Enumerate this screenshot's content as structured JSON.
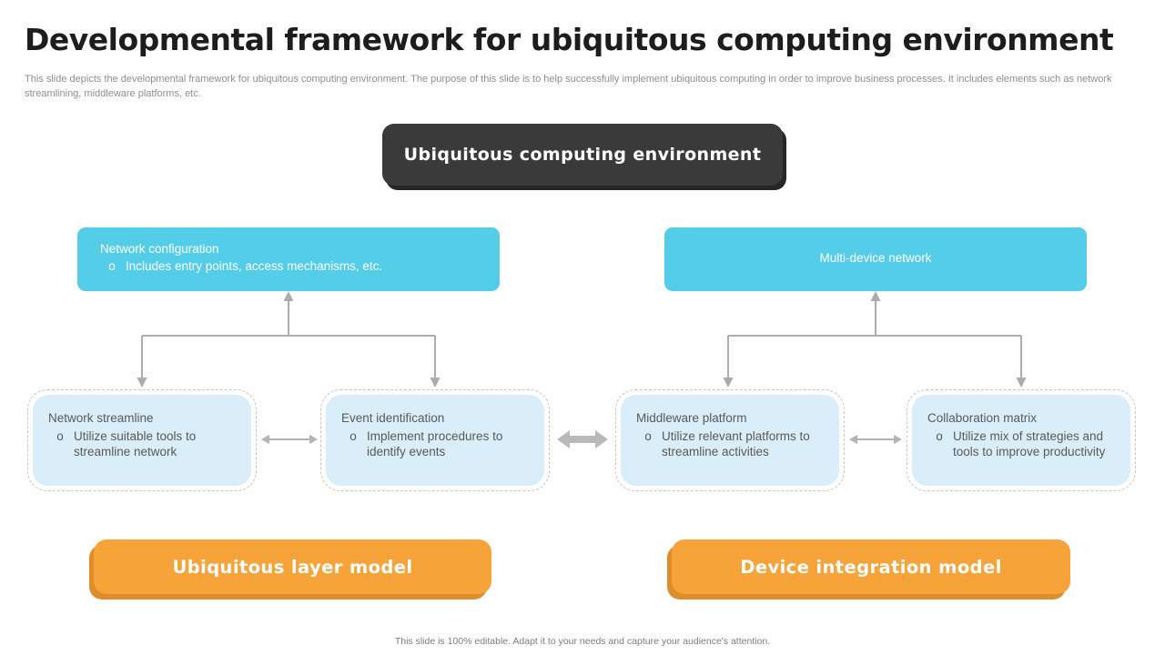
{
  "slide": {
    "title": "Developmental framework for ubiquitous computing environment",
    "description": "This slide depicts the developmental framework for ubiquitous computing environment. The purpose of this slide is to help successfully implement ubiquitous computing in order to improve business processes. It includes elements such as network streamlining, middleware platforms, etc.",
    "bullet_marker": "o",
    "footer": "This slide is 100% editable. Adapt it to your needs and capture your audience's attention."
  },
  "header_box": {
    "label": "Ubiquitous computing environment"
  },
  "groups": [
    {
      "parent": {
        "title": "Network configuration",
        "bullet": "Includes entry points, access mechanisms, etc."
      },
      "children": [
        {
          "title": "Network streamline",
          "bullet": "Utilize suitable tools to streamline network"
        },
        {
          "title": "Event identification",
          "bullet": "Implement procedures to identify events"
        }
      ],
      "model_button": "Ubiquitous layer model"
    },
    {
      "parent": {
        "title": "Multi-device network"
      },
      "children": [
        {
          "title": "Middleware platform",
          "bullet": "Utilize relevant platforms to streamline activities"
        },
        {
          "title": "Collaboration matrix",
          "bullet": "Utilize mix of strategies and tools to improve productivity"
        }
      ],
      "model_button": "Device integration model"
    }
  ],
  "colors": {
    "accent_cyan": "#54CDE9",
    "light_blue_fill": "#D9EEF9",
    "dark_header": "#3A3A3A",
    "accent_orange": "#F6A339",
    "orange_shadow": "#DD8E2B",
    "arrow_gray": "#ACACAC"
  }
}
